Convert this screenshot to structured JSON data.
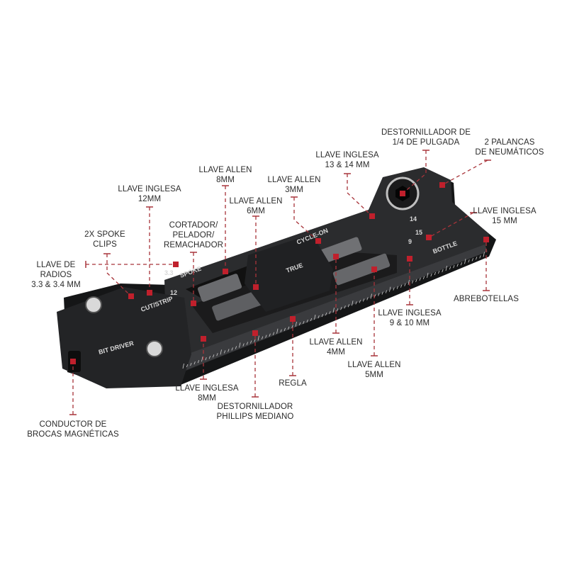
{
  "colors": {
    "tool_body": "#2b2c2e",
    "tool_edge": "#151617",
    "leader": "#a8343a",
    "marker": "#c0202c",
    "label_text": "#2a2a2a"
  },
  "engravings": {
    "brand": "CYCLE-ON",
    "spoke": "SPOKE",
    "cut_strip": "CUT/STRIP",
    "bottle": "BOTTLE",
    "bit_driver": "BIT DRIVER",
    "size_33": "3.3",
    "size_12": "12",
    "size_14": "14",
    "size_15": "15",
    "size_9": "9",
    "logo": "TRUE"
  },
  "labels": [
    {
      "name": "quarter-inch-screwdriver",
      "lines": [
        "DESTORNILLADOR DE",
        "1/4 DE PULGADA"
      ]
    },
    {
      "name": "tire-levers",
      "lines": [
        "2 PALANCAS",
        "DE NEUMÁTICOS"
      ]
    },
    {
      "name": "wrench-13-14",
      "lines": [
        "LLAVE INGLESA",
        "13 & 14 MM"
      ]
    },
    {
      "name": "allen-3",
      "lines": [
        "LLAVE ALLEN",
        "3MM"
      ]
    },
    {
      "name": "allen-8",
      "lines": [
        "LLAVE ALLEN",
        "8MM"
      ]
    },
    {
      "name": "wrench-12",
      "lines": [
        "LLAVE INGLESA",
        "12MM"
      ]
    },
    {
      "name": "allen-6",
      "lines": [
        "LLAVE ALLEN",
        "6MM"
      ]
    },
    {
      "name": "cutter",
      "lines": [
        "CORTADOR/",
        "PELADOR/",
        "REMACHADOR"
      ]
    },
    {
      "name": "spoke-clips",
      "lines": [
        "2X SPOKE",
        "CLIPS"
      ]
    },
    {
      "name": "spoke-wrench",
      "lines": [
        "LLAVE DE",
        "RADIOS",
        "3.3 & 3.4 MM"
      ]
    },
    {
      "name": "wrench-15",
      "lines": [
        "LLAVE INGLESA",
        "15 MM"
      ]
    },
    {
      "name": "bottle-opener",
      "lines": [
        "ABREBOTELLAS"
      ]
    },
    {
      "name": "wrench-9-10",
      "lines": [
        "LLAVE INGLESA",
        "9 & 10 MM"
      ]
    },
    {
      "name": "allen-4",
      "lines": [
        "LLAVE ALLEN",
        "4MM"
      ]
    },
    {
      "name": "allen-5",
      "lines": [
        "LLAVE ALLEN",
        "5MM"
      ]
    },
    {
      "name": "ruler",
      "lines": [
        "REGLA"
      ]
    },
    {
      "name": "wrench-8",
      "lines": [
        "LLAVE INGLESA",
        "8MM"
      ]
    },
    {
      "name": "phillips-screwdriver",
      "lines": [
        "DESTORNILLADOR",
        "PHILLIPS MEDIANO"
      ]
    },
    {
      "name": "magnetic-bit-driver",
      "lines": [
        "CONDUCTOR DE",
        "BROCAS MAGNÉTICAS"
      ]
    }
  ]
}
